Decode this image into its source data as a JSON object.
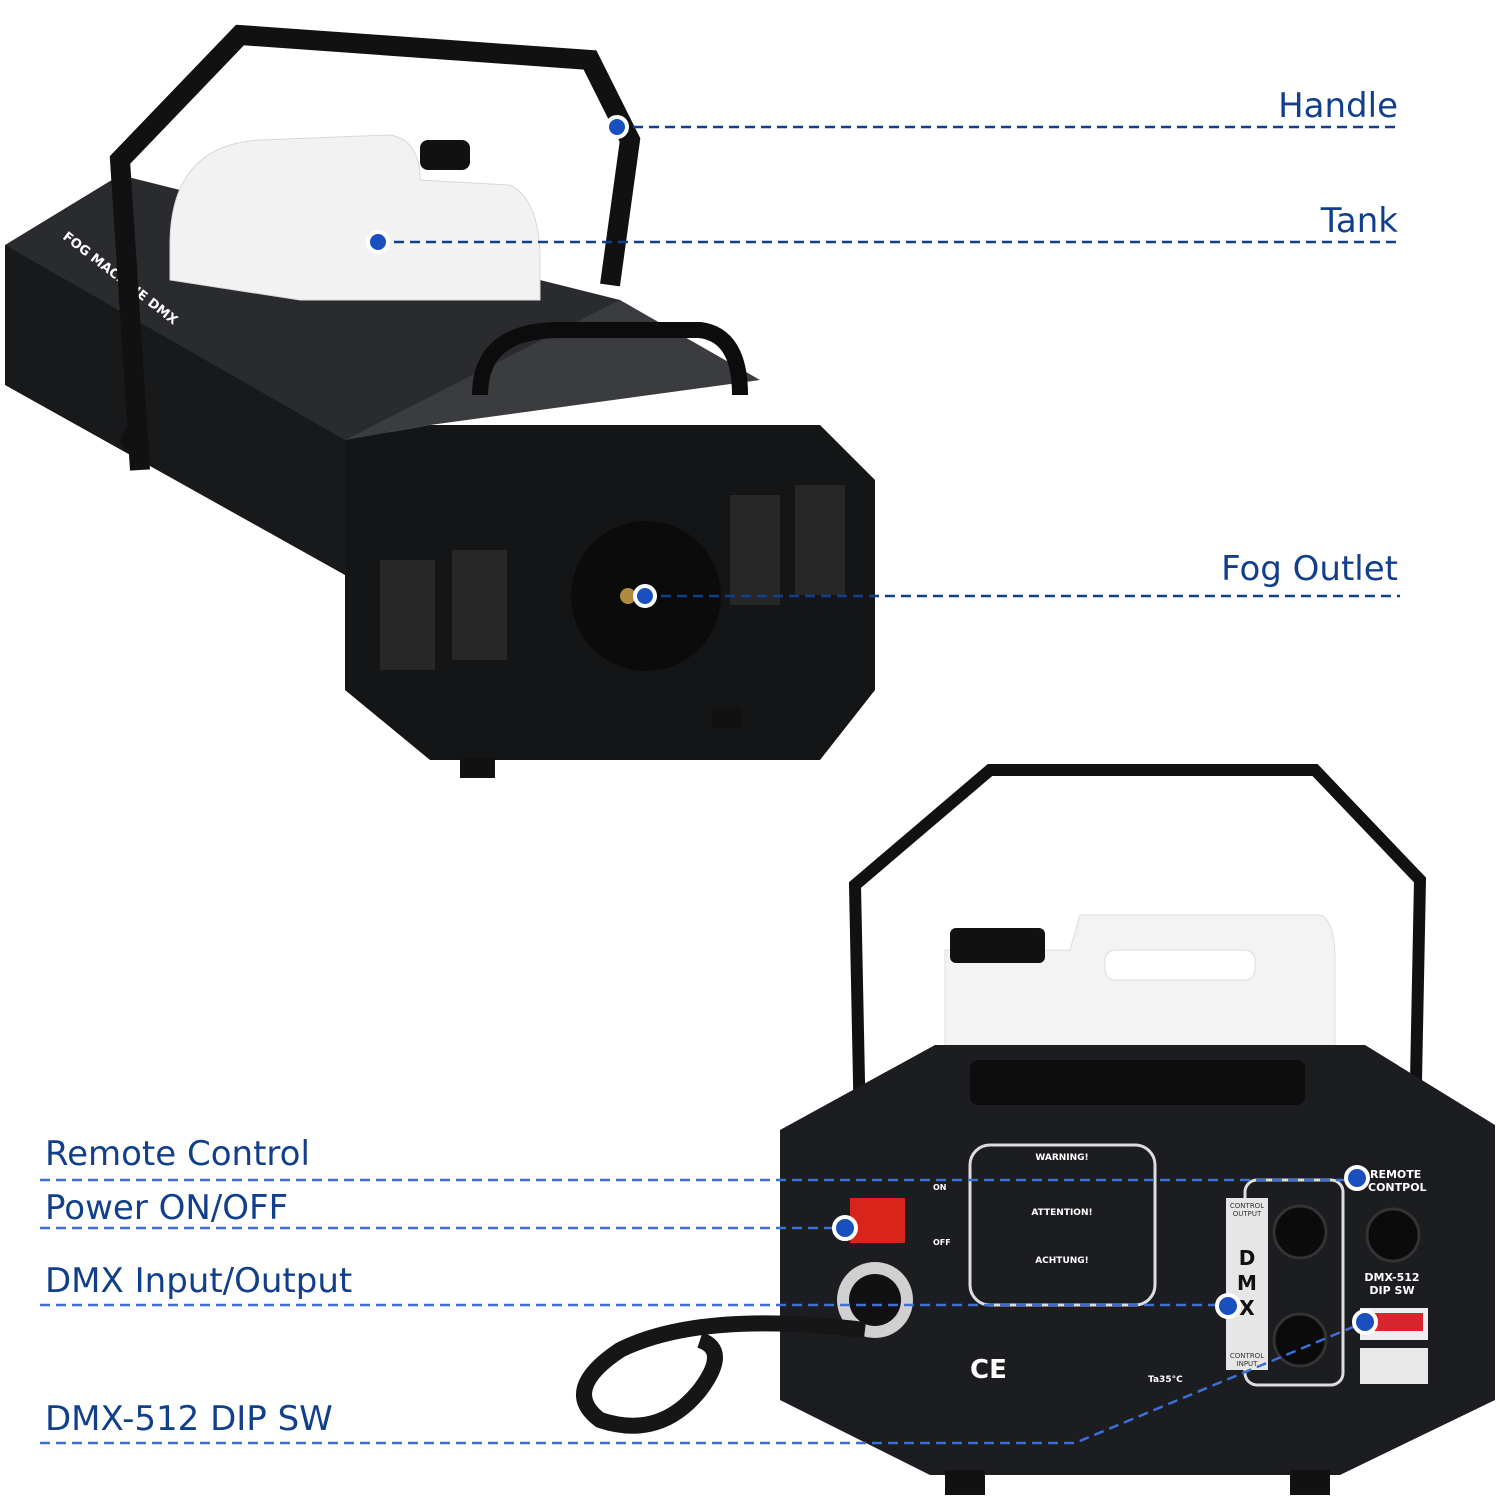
{
  "callouts": {
    "handle": "Handle",
    "tank": "Tank",
    "fog_outlet": "Fog Outlet",
    "remote_control": "Remote Control",
    "power": "Power ON/OFF",
    "dmx_io": "DMX Input/Output",
    "dip_sw": "DMX-512 DIP SW"
  },
  "product_print": {
    "side_label": "FOG MACHINE DMX",
    "remote_port": [
      "REMOTE",
      "CONTPOL"
    ],
    "dip_label": [
      "DMX-512",
      "DIP SW"
    ],
    "control_output": [
      "CONTROL",
      "OUTPUT"
    ],
    "control_input": [
      "CONTROL",
      "INPUT"
    ],
    "dmx": [
      "D",
      "M",
      "X"
    ],
    "switch": [
      "ON",
      "OFF"
    ],
    "warning_heads": [
      "WARNING!",
      "ATTENTION!",
      "ACHTUNG!"
    ],
    "cert_marks": "CE",
    "temp": "Ta35°C"
  },
  "colors": {
    "label": "#123f8c",
    "dot": "#1a4fc0",
    "body": "#1c1d20"
  }
}
